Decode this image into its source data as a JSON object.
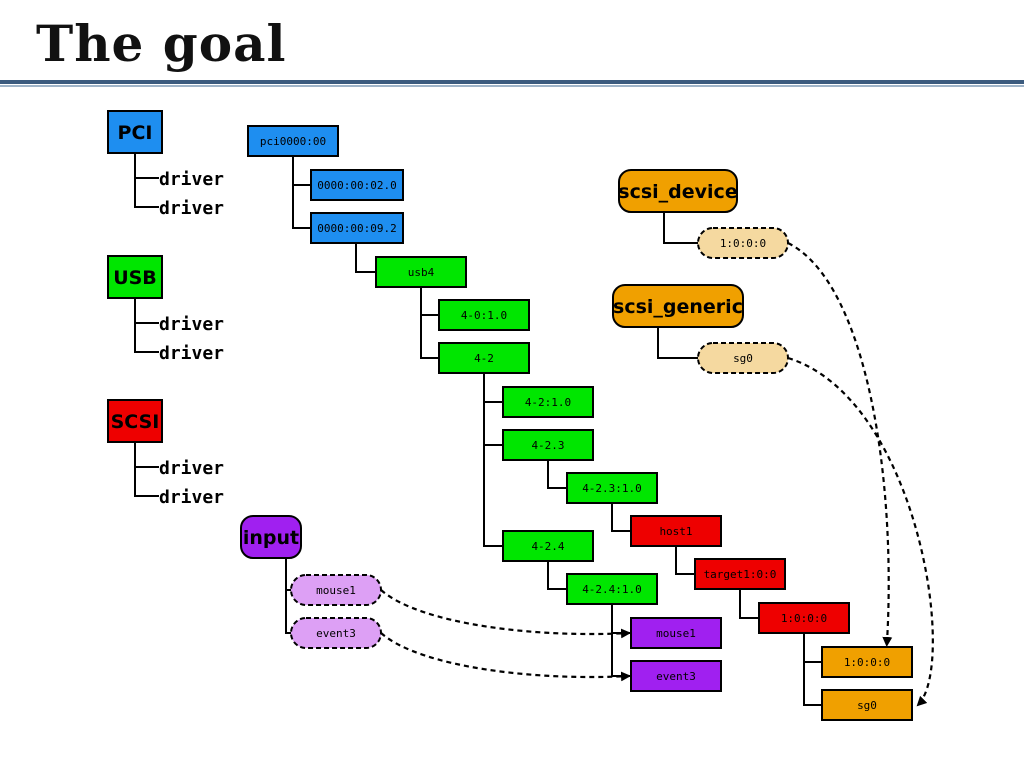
{
  "title": "The goal",
  "colors": {
    "pci": "#1e8ef0",
    "usb": "#00e600",
    "scsi": "#ee0000",
    "input": "#a020f0",
    "input_light": "#dda0f5",
    "scsi_class": "#f0a000",
    "scsi_class_light": "#f5d9a0",
    "line": "#000000"
  },
  "legend": [
    {
      "id": "pci",
      "label": "PCI",
      "color": "pci",
      "drivers": [
        "driver",
        "driver"
      ]
    },
    {
      "id": "usb",
      "label": "USB",
      "color": "usb",
      "drivers": [
        "driver",
        "driver"
      ]
    },
    {
      "id": "scsi",
      "label": "SCSI",
      "color": "scsi",
      "drivers": [
        "driver",
        "driver"
      ]
    }
  ],
  "devices": [
    {
      "id": "pci0000",
      "label": "pci0000:00",
      "color": "pci"
    },
    {
      "id": "pci02",
      "label": "0000:00:02.0",
      "color": "pci"
    },
    {
      "id": "pci09",
      "label": "0000:00:09.2",
      "color": "pci"
    },
    {
      "id": "usb4",
      "label": "usb4",
      "color": "usb"
    },
    {
      "id": "u401",
      "label": "4-0:1.0",
      "color": "usb"
    },
    {
      "id": "u42",
      "label": "4-2",
      "color": "usb"
    },
    {
      "id": "u4210",
      "label": "4-2:1.0",
      "color": "usb"
    },
    {
      "id": "u423",
      "label": "4-2.3",
      "color": "usb"
    },
    {
      "id": "u42310",
      "label": "4-2.3:1.0",
      "color": "usb"
    },
    {
      "id": "host1",
      "label": "host1",
      "color": "scsi"
    },
    {
      "id": "target",
      "label": "target1:0:0",
      "color": "scsi"
    },
    {
      "id": "lun",
      "label": "1:0:0:0",
      "color": "scsi"
    },
    {
      "id": "u424",
      "label": "4-2.4",
      "color": "usb"
    },
    {
      "id": "u42410",
      "label": "4-2.4:1.0",
      "color": "usb"
    },
    {
      "id": "mouse1dev",
      "label": "mouse1",
      "color": "input"
    },
    {
      "id": "event3dev",
      "label": "event3",
      "color": "input"
    },
    {
      "id": "scsidevnode",
      "label": "1:0:0:0",
      "color": "scsi_class"
    },
    {
      "id": "sg0node",
      "label": "sg0",
      "color": "scsi_class"
    }
  ],
  "classes": [
    {
      "id": "input",
      "label": "input",
      "color": "input",
      "children": [
        {
          "id": "mouse1cls",
          "label": "mouse1",
          "color": "input_light"
        },
        {
          "id": "event3cls",
          "label": "event3",
          "color": "input_light"
        }
      ]
    },
    {
      "id": "scsi_device",
      "label": "scsi_device",
      "color": "scsi_class",
      "children": [
        {
          "id": "scsidevcls",
          "label": "1:0:0:0",
          "color": "scsi_class_light"
        }
      ]
    },
    {
      "id": "scsi_generic",
      "label": "scsi_generic",
      "color": "scsi_class",
      "children": [
        {
          "id": "sg0cls",
          "label": "sg0",
          "color": "scsi_class_light"
        }
      ]
    }
  ],
  "links": [
    {
      "from": "mouse1cls",
      "to": "mouse1dev"
    },
    {
      "from": "event3cls",
      "to": "event3dev"
    },
    {
      "from": "scsidevcls",
      "to": "scsidevnode"
    },
    {
      "from": "sg0cls",
      "to": "sg0node"
    }
  ]
}
